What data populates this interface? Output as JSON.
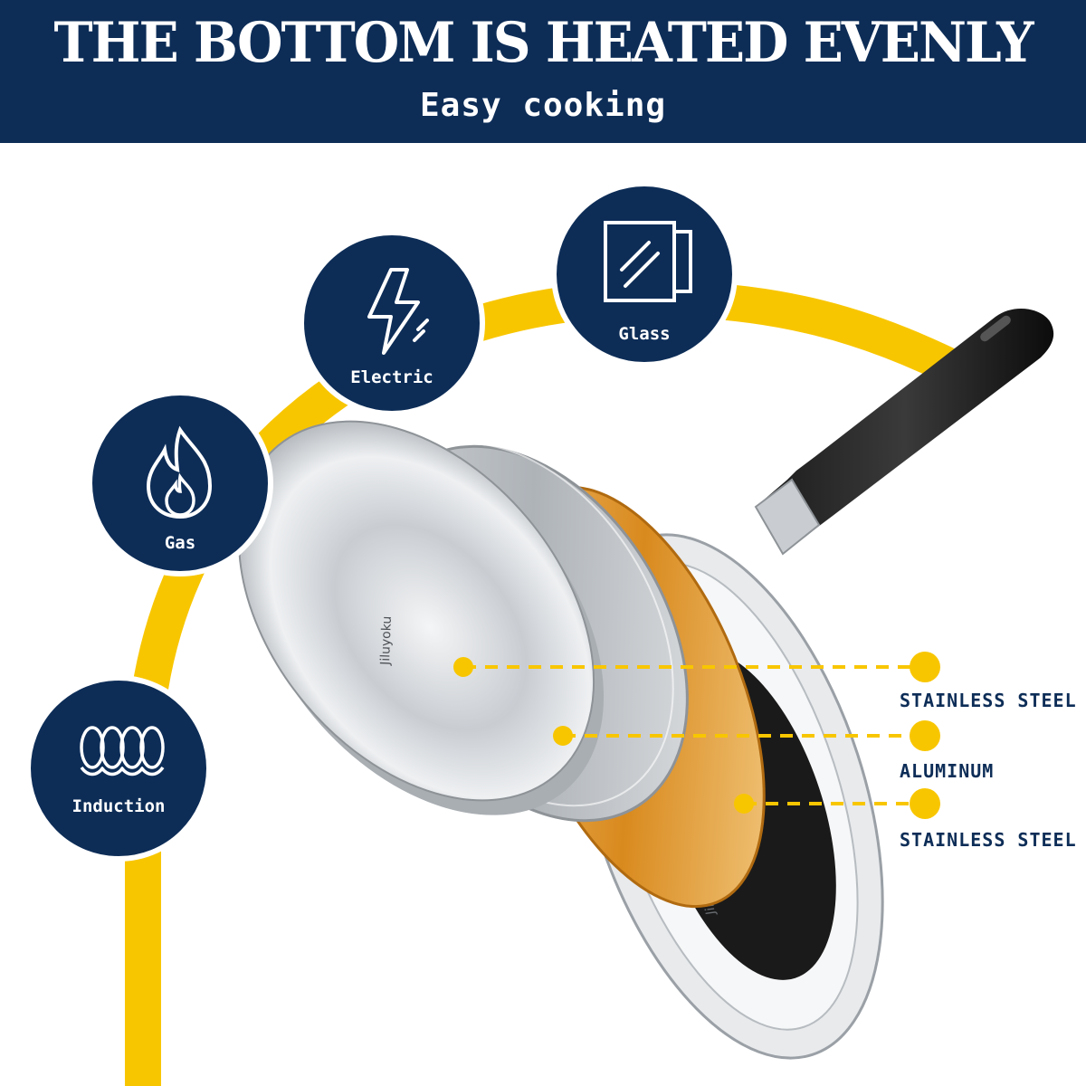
{
  "header": {
    "title": "THE BOTTOM IS HEATED EVENLY",
    "subtitle": "Easy cooking"
  },
  "heat_sources": [
    {
      "label": "Gas",
      "icon": "flame-icon"
    },
    {
      "label": "Electric",
      "icon": "lightning-icon"
    },
    {
      "label": "Glass",
      "icon": "glass-panel-icon"
    },
    {
      "label": "Induction",
      "icon": "induction-coil-icon"
    }
  ],
  "layers": [
    {
      "label": "STAINLESS STEEL"
    },
    {
      "label": "ALUMINUM"
    },
    {
      "label": "STAINLESS STEEL"
    }
  ],
  "brand_mark": "Jiluyoku",
  "colors": {
    "navy": "#0d2d57",
    "accent_yellow": "#f8c600",
    "steel": "#c8ccd1",
    "aluminum": "#d98a1e"
  }
}
